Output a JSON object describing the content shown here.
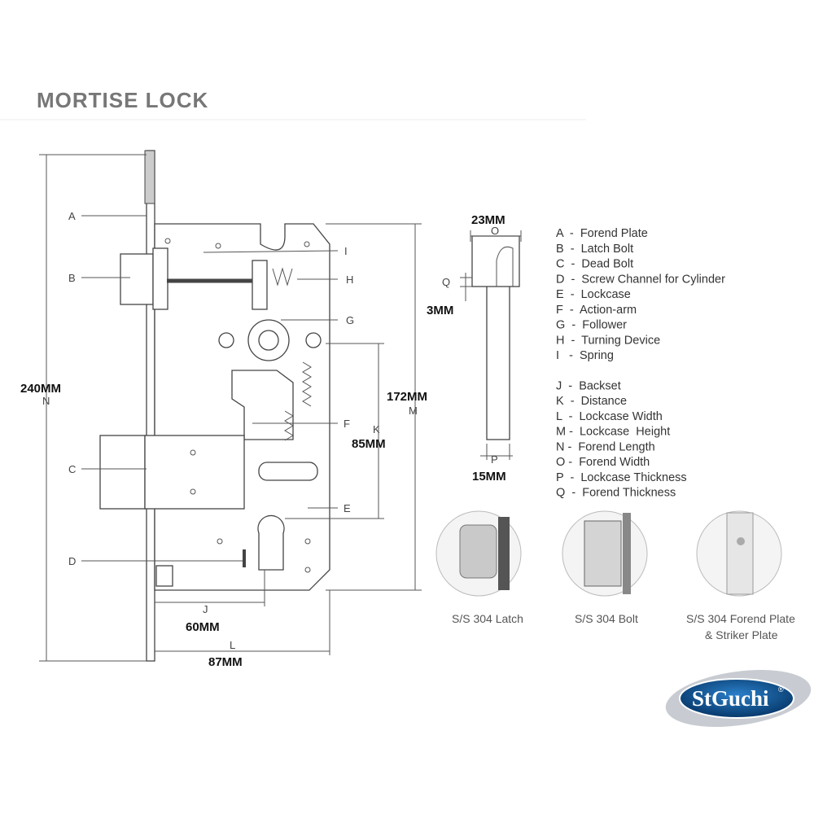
{
  "title": "MORTISE LOCK",
  "labels": {
    "A": "A",
    "B": "B",
    "C": "C",
    "D": "D",
    "E": "E",
    "F": "F",
    "G": "G",
    "H": "H",
    "I": "I",
    "J": "J",
    "K": "K",
    "L": "L",
    "M": "M",
    "N": "N",
    "O": "O",
    "P": "P",
    "Q": "Q"
  },
  "dimensions": {
    "N": "240MM",
    "M": "172MM",
    "K": "85MM",
    "J": "60MM",
    "L": "87MM",
    "O": "23MM",
    "Q": "3MM",
    "P": "15MM"
  },
  "legend": [
    "A  -  Forend Plate",
    "B  -  Latch Bolt",
    "C  -  Dead Bolt",
    "D  -  Screw Channel for Cylinder",
    "E  -  Lockcase",
    "F  -  Action-arm",
    "G  -  Follower",
    "H  -  Turning Device",
    "I   -  Spring",
    "J  -  Backset",
    "K  -  Distance",
    "L  -  Lockcase Width",
    "M -  Lockcase  Height",
    "N -  Forend Length",
    "O -  Forend Width",
    "P  -  Lockcase Thickness",
    "Q  -  Forend Thickness"
  ],
  "photos": [
    {
      "caption": "S/S 304 Latch"
    },
    {
      "caption": "S/S 304 Bolt"
    },
    {
      "caption": "S/S 304 Forend Plate",
      "caption2": "& Striker Plate"
    }
  ],
  "logo": {
    "text": "StGuchi",
    "mark": "®",
    "colors": {
      "blue": "#0b4f8c",
      "silver": "#c8ccd2"
    }
  }
}
